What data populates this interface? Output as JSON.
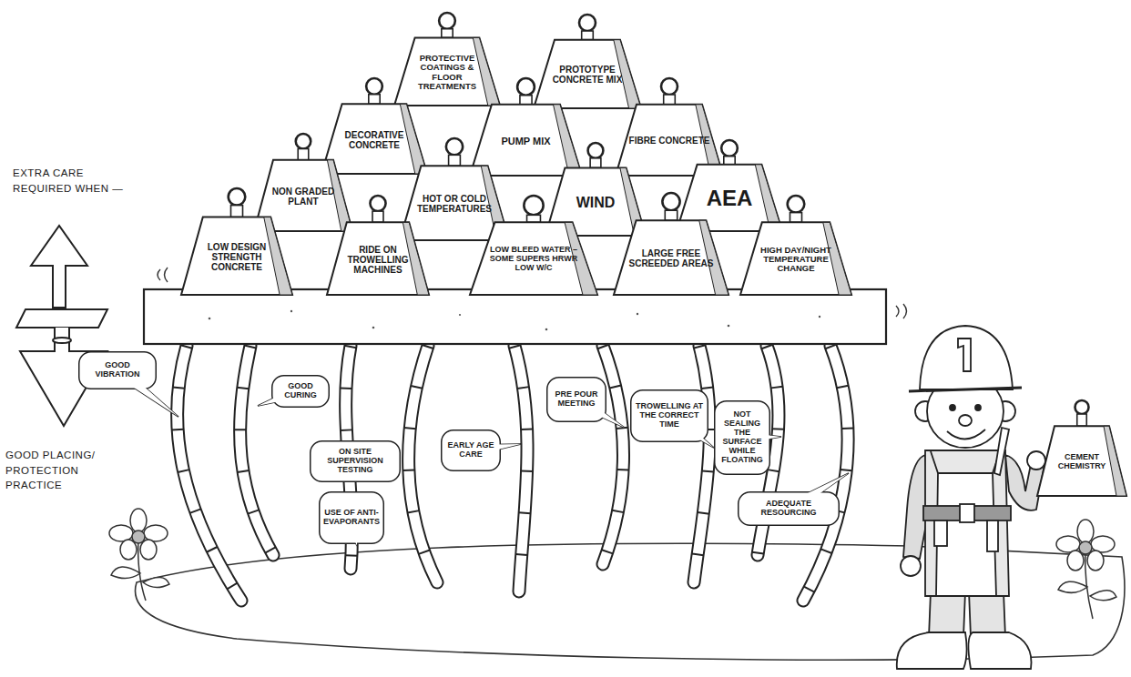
{
  "diagram": {
    "nodes": [
      {
        "text": [
          "PROTECTIVE COATINGS & FLOOR TREATMENTS"
        ]
      },
      {
        "text": [
          "PROTOTYPE CONCRETE MIX"
        ]
      },
      {
        "text": [
          "DECORATIVE CONCRETE"
        ]
      },
      {
        "text": [
          "PUMP MIX"
        ]
      },
      {
        "text": [
          "FIBRE CONCRETE"
        ]
      },
      {
        "text": [
          "NON GRADED PLANT"
        ]
      },
      {
        "text": [
          "HOT OR COLD TEMPERATURES"
        ]
      },
      {
        "text": [
          "WIND"
        ]
      },
      {
        "text": [
          "AEA"
        ]
      },
      {
        "text": [
          "LOW DESIGN STRENGTH CONCRETE"
        ]
      },
      {
        "text": [
          "RIDE ON TROWELLING MACHINES"
        ]
      },
      {
        "text": [
          "LOW BLEED WATER – SOME SUPERS HRWR LOW W/C"
        ]
      },
      {
        "text": [
          "LARGE FREE SCREEDED AREAS"
        ]
      },
      {
        "text": [
          "HIGH DAY/NIGHT TEMPERATURE CHANGE"
        ]
      },
      {
        "text": [
          "CEMENT CHEMISTRY"
        ]
      },
      {
        "text": [
          "GOOD VIBRATION"
        ]
      },
      {
        "text": [
          "GOOD CURING"
        ]
      },
      {
        "text": [
          "ON SITE SUPERVISION TESTING"
        ]
      },
      {
        "text": [
          "USE OF ANTI-EVAPORANTS"
        ]
      },
      {
        "text": [
          "EARLY AGE CARE"
        ]
      },
      {
        "text": [
          "PRE POUR MEETING"
        ]
      },
      {
        "text": [
          "TROWELLING AT THE CORRECT TIME"
        ]
      },
      {
        "text": [
          "NOT SEALING THE SURFACE WHILE FLOATING"
        ]
      },
      {
        "text": [
          "ADEQUATE RESOURCING"
        ]
      }
    ],
    "labels": [
      "EXTRA CARE REQUIRED WHEN —",
      "GOOD PLACING/ PROTECTION PRACTICE"
    ]
  }
}
